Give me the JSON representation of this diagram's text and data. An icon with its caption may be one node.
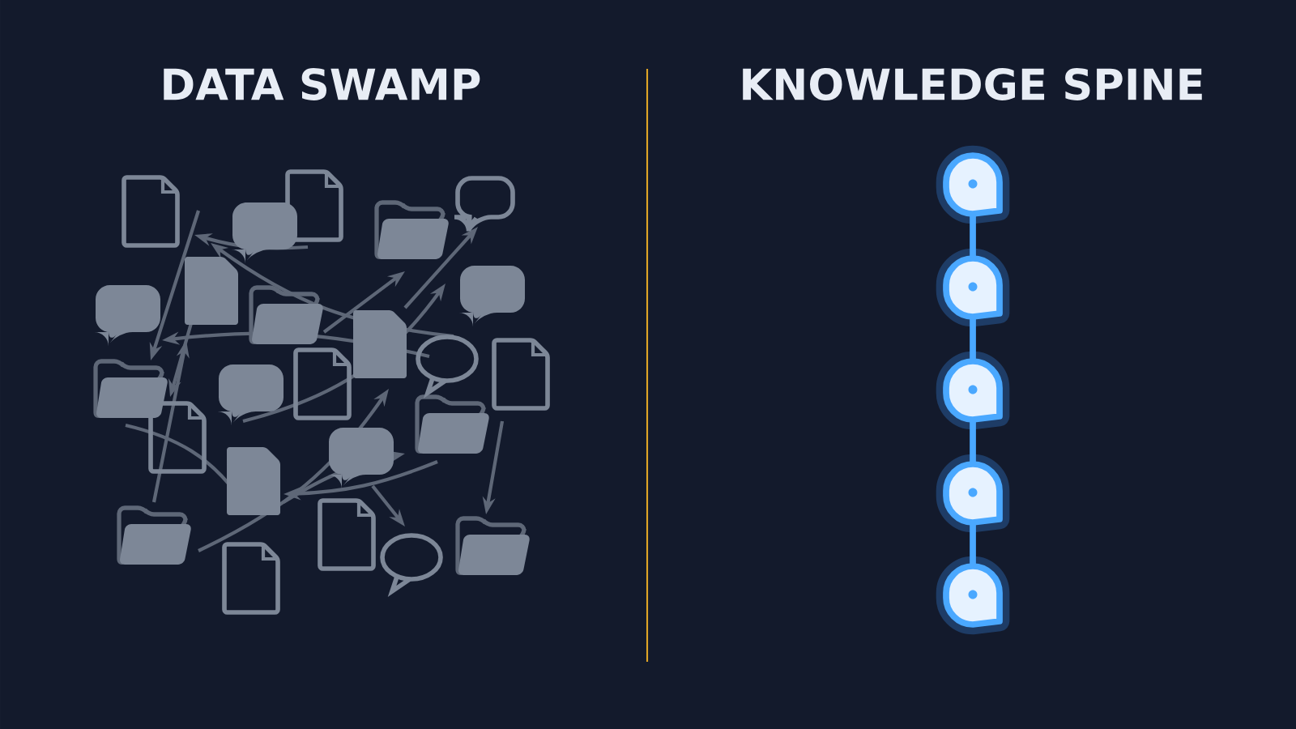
{
  "diagram": {
    "nodes": [
      {
        "text": [],
        "shape": "circle"
      },
      {
        "text": [],
        "shape": "circle"
      },
      {
        "text": [],
        "shape": "circle"
      },
      {
        "text": [],
        "shape": "circle"
      },
      {
        "text": [],
        "shape": "circle"
      }
    ],
    "edges": [
      {
        "from": 0,
        "to": 1,
        "arrow": "none"
      },
      {
        "from": 1,
        "to": 2,
        "arrow": "none"
      },
      {
        "from": 2,
        "to": 3,
        "arrow": "none"
      },
      {
        "from": 3,
        "to": 4,
        "arrow": "none"
      }
    ],
    "labels": [
      "DATA SWAMP",
      "KNOWLEDGE SPINE"
    ]
  }
}
